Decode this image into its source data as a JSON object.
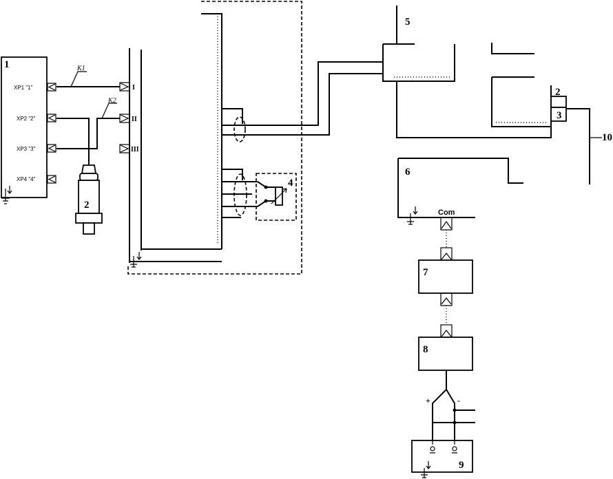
{
  "blocks": {
    "b1": "1",
    "b2": "2",
    "b4": "4",
    "b5": "5",
    "b6": "6",
    "b7": "7",
    "b8": "8",
    "b9": "9",
    "b10": "10",
    "conn2": "2",
    "conn3": "3"
  },
  "left_connectors": [
    "XP1 \"1\"",
    "XP2 \"2\"",
    "XP3 \"3\"",
    "XP4 \"4\""
  ],
  "cables": {
    "k1": "K1",
    "k2": "K2"
  },
  "terminals": [
    "I",
    "II",
    "III"
  ],
  "block6_port": "Com",
  "polarity": {
    "plus": "+",
    "minus": "-"
  }
}
